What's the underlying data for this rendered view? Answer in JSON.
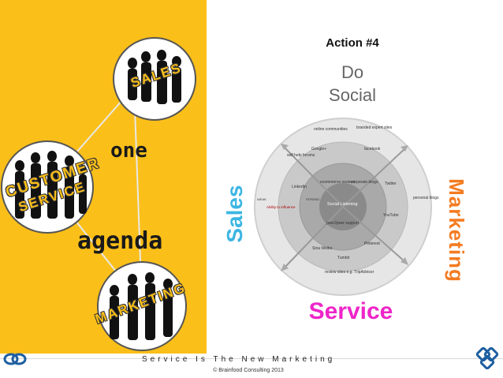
{
  "slide": {
    "action_title": "Action #4",
    "do_label": "Do",
    "social_label": "Social",
    "sales_label": "Sales",
    "marketing_label": "Marketing",
    "service_label": "Service"
  },
  "left_panel": {
    "background_color": "#fbbf19",
    "circles": {
      "top_label": "SALES",
      "middle_label": "CUSTOMER SERVICE",
      "middle_line1": "CUSTOMER",
      "middle_line2": "SERVICE",
      "bottom_label": "MARKETING"
    },
    "handwritten_one": "one",
    "handwritten_agenda": "agenda"
  },
  "wheel": {
    "outer": [
      "online communities",
      "branded expert sites",
      "self help forums",
      "Google+",
      "facebook",
      "LinkedIn",
      "Twitter",
      "personal blogs",
      "YouTube",
      "Pinterest",
      "Sina Weibo",
      "Tumblr",
      "review sites e.g. TripAdvisor"
    ],
    "inner": [
      "ecommerce reviews",
      "corporate blogs",
      "Social Listening",
      "peer2peer support",
      "Ability to Influence"
    ],
    "weak_label": "WEAK",
    "strong_label": "STRONG"
  },
  "footer": {
    "tagline": "Service Is The New Marketing",
    "copyright": "© Brainfood Consulting 2013"
  },
  "colors": {
    "sales": "#3cb6e3",
    "marketing": "#f47b20",
    "service": "#ee25c8",
    "logo": "#1e5fa0"
  },
  "icons": [
    "brainfood-logo-icon-left",
    "brainfood-logo-icon-right"
  ]
}
